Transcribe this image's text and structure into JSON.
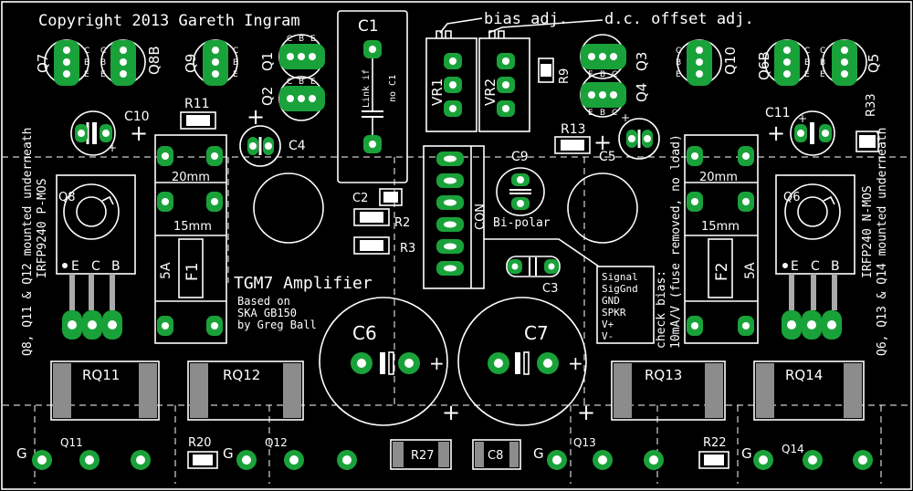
{
  "copyright": "Copyright 2013 Gareth Ingram",
  "title": "TGM7 Amplifier",
  "based_on": [
    "Based on",
    "SKA GB150",
    "by Greg Ball"
  ],
  "callouts": {
    "bias_adj": "bias adj.",
    "dc_offset_adj": "d.c. offset adj."
  },
  "check_bias": [
    "check bias:",
    "10mA/V (fuse removed, no load)"
  ],
  "left_side_note": [
    "Q8, Q11 & Q12 mounted underneath",
    "IRFP9240 P-MOS"
  ],
  "right_side_note": [
    "Q6, Q13 & Q14 mounted underneath",
    "IRFP240 N-MOS"
  ],
  "c1_note": [
    "Link if",
    "no C1"
  ],
  "c9_note": "Bi-polar",
  "fuse_sizes": {
    "top": "20mm",
    "bottom": "15mm",
    "rating": "5A"
  },
  "connector": {
    "label": "CON",
    "pins": [
      "Signal",
      "SigGnd",
      "GND",
      "SPKR",
      "V+",
      "V-"
    ]
  },
  "transistor_pins": [
    "C",
    "B",
    "E"
  ],
  "mosfet_pins": [
    "E",
    "C",
    "B"
  ],
  "g_label": "G",
  "plus_sign": "+",
  "refs": {
    "Q7": "Q7",
    "Q8B": "Q8B",
    "Q9": "Q9",
    "Q1": "Q1",
    "Q2": "Q2",
    "Q3": "Q3",
    "Q4": "Q4",
    "Q10": "Q10",
    "Q6B": "Q6B",
    "Q5": "Q5",
    "Q8": "Q8",
    "Q6": "Q6",
    "Q11": "Q11",
    "Q12": "Q12",
    "Q13": "Q13",
    "Q14": "Q14",
    "C1": "C1",
    "C2": "C2",
    "C3": "C3",
    "C4": "C4",
    "C5": "C5",
    "C6": "C6",
    "C7": "C7",
    "C8": "C8",
    "C9": "C9",
    "C10": "C10",
    "C11": "C11",
    "R2": "R2",
    "R3": "R3",
    "R9": "R9",
    "R11": "R11",
    "R13": "R13",
    "R20": "R20",
    "R22": "R22",
    "R27": "R27",
    "R33": "R33",
    "VR1": "VR1",
    "VR2": "VR2",
    "F1": "F1",
    "F2": "F2",
    "RQ11": "RQ11",
    "RQ12": "RQ12",
    "RQ13": "RQ13",
    "RQ14": "RQ14"
  }
}
